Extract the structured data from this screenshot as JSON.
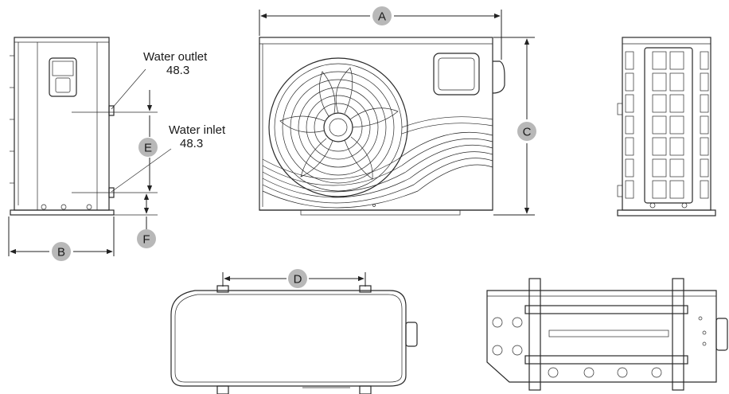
{
  "labels": {
    "water_outlet": "Water outlet",
    "water_outlet_size": "48.3",
    "water_inlet": "Water inlet",
    "water_inlet_size": "48.3"
  },
  "dimensions": {
    "a": "A",
    "b": "B",
    "c": "C",
    "d": "D",
    "e": "E",
    "f": "F"
  },
  "colors": {
    "line": "#2a2a2a",
    "badge": "#b8b8b8"
  }
}
